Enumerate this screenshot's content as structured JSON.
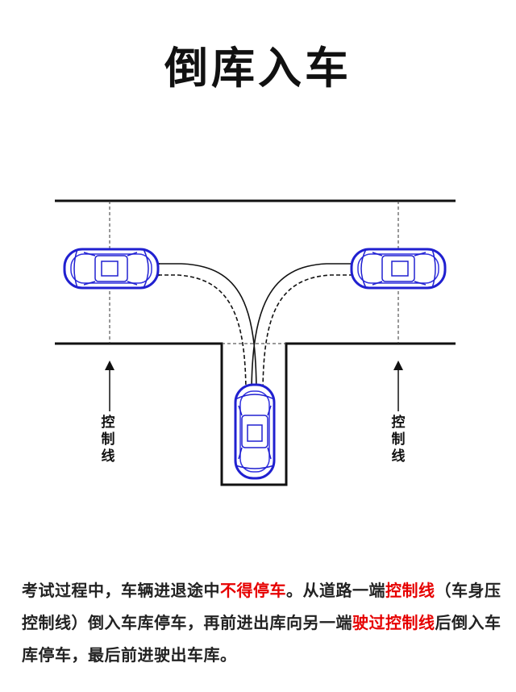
{
  "title": "倒库入车",
  "labels": {
    "left_control_line": "控制线",
    "right_control_line": "控制线"
  },
  "description": [
    {
      "text": "考试过程中，车辆进退途中",
      "highlight": false
    },
    {
      "text": "不得停车",
      "highlight": true
    },
    {
      "text": "。从道路一端",
      "highlight": false
    },
    {
      "text": "控制线",
      "highlight": true
    },
    {
      "text": "（车身压控制线）倒入车库停车，再前进出库向另一端",
      "highlight": false
    },
    {
      "text": "驶过控制线",
      "highlight": true
    },
    {
      "text": "后倒入车库停车，最后前进驶出车库。",
      "highlight": false
    }
  ],
  "colors": {
    "highlight": "#e60000",
    "car": "#2020d0"
  }
}
